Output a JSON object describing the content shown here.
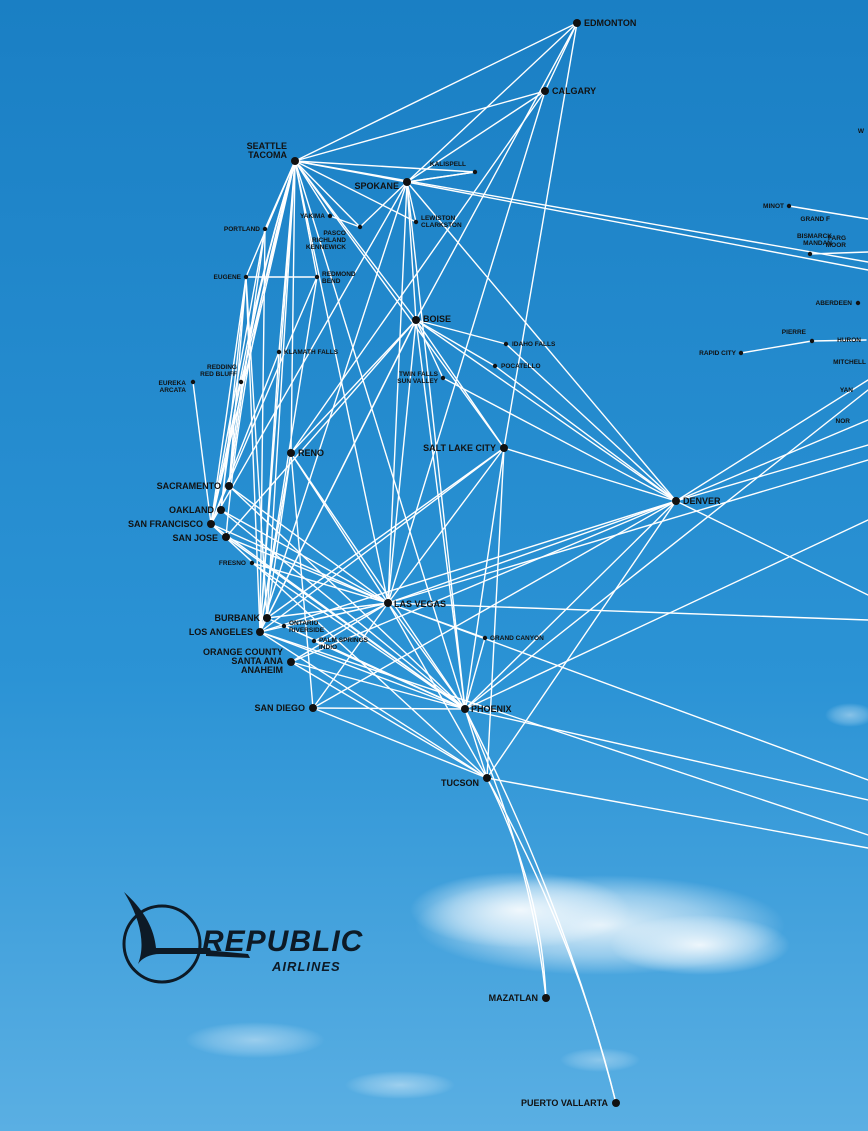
{
  "map": {
    "route_color": "#ffffff",
    "dot_color": "#111111",
    "sky_top": "#1f86c9",
    "sky_bottom": "#4ea9e1"
  },
  "cities": {
    "edmonton": {
      "label": [
        "EDMONTON"
      ],
      "major": true
    },
    "calgary": {
      "label": [
        "CALGARY"
      ],
      "major": true
    },
    "seattle": {
      "label": [
        "SEATTLE",
        "TACOMA"
      ],
      "major": true
    },
    "kalispell": {
      "label": [
        "KALISPELL"
      ],
      "major": false
    },
    "spokane": {
      "label": [
        "SPOKANE"
      ],
      "major": true
    },
    "yakima": {
      "label": [
        "YAKIMA"
      ],
      "major": false
    },
    "pasco": {
      "label": [
        "PASCO",
        "RICHLAND",
        "KENNEWICK"
      ],
      "major": false
    },
    "lewiston": {
      "label": [
        "LEWISTON",
        "CLARKSTON"
      ],
      "major": false
    },
    "portland": {
      "label": [
        "PORTLAND"
      ],
      "major": false
    },
    "eugene": {
      "label": [
        "EUGENE"
      ],
      "major": false
    },
    "redmond": {
      "label": [
        "REDMOND",
        "BEND"
      ],
      "major": false
    },
    "boise": {
      "label": [
        "BOISE"
      ],
      "major": true
    },
    "idahofalls": {
      "label": [
        "IDAHO FALLS"
      ],
      "major": false
    },
    "pocatello": {
      "label": [
        "POCATELLO"
      ],
      "major": false
    },
    "twinfalls": {
      "label": [
        "TWIN FALLS",
        "SUN VALLEY"
      ],
      "major": false
    },
    "klamath": {
      "label": [
        "KLAMATH FALLS"
      ],
      "major": false
    },
    "redding": {
      "label": [
        "REDDING",
        "RED BLUFF"
      ],
      "major": false
    },
    "eureka": {
      "label": [
        "EUREKA",
        "ARCATA"
      ],
      "major": false
    },
    "reno": {
      "label": [
        "RENO"
      ],
      "major": true
    },
    "saltlake": {
      "label": [
        "SALT LAKE CITY"
      ],
      "major": true
    },
    "denver": {
      "label": [
        "DENVER"
      ],
      "major": true
    },
    "sacramento": {
      "label": [
        "SACRAMENTO"
      ],
      "major": true
    },
    "oakland": {
      "label": [
        "OAKLAND"
      ],
      "major": true
    },
    "sanfrancisco": {
      "label": [
        "SAN FRANCISCO"
      ],
      "major": true
    },
    "sanjose": {
      "label": [
        "SAN JOSE"
      ],
      "major": true
    },
    "fresno": {
      "label": [
        "FRESNO"
      ],
      "major": false
    },
    "lasvegas": {
      "label": [
        "LAS VEGAS"
      ],
      "major": true
    },
    "burbank": {
      "label": [
        "BURBANK"
      ],
      "major": true
    },
    "ontario": {
      "label": [
        "ONTARIO",
        "RIVERSIDE"
      ],
      "major": false
    },
    "losangeles": {
      "label": [
        "LOS ANGELES"
      ],
      "major": true
    },
    "palmsprings": {
      "label": [
        "PALM SPRINGS",
        "INDIO"
      ],
      "major": false
    },
    "orangecounty": {
      "label": [
        "ORANGE COUNTY",
        "SANTA ANA",
        "ANAHEIM"
      ],
      "major": true
    },
    "grandcanyon": {
      "label": [
        "GRAND CANYON"
      ],
      "major": false
    },
    "sandiego": {
      "label": [
        "SAN DIEGO"
      ],
      "major": true
    },
    "phoenix": {
      "label": [
        "PHOENIX"
      ],
      "major": true
    },
    "tucson": {
      "label": [
        "TUCSON"
      ],
      "major": true
    },
    "mazatlan": {
      "label": [
        "MAZATLAN"
      ],
      "major": true
    },
    "puertovallarta": {
      "label": [
        "PUERTO VALLARTA"
      ],
      "major": true
    },
    "minot": {
      "label": [
        "MINOT"
      ],
      "major": false
    },
    "grandforks": {
      "label": [
        "GRAND F"
      ],
      "major": false
    },
    "bismarck": {
      "label": [
        "BISMARCK",
        "MANDAN"
      ],
      "major": false
    },
    "fargo": {
      "label": [
        "FARG",
        "MOOR"
      ],
      "major": false
    },
    "aberdeen": {
      "label": [
        "ABERDEEN"
      ],
      "major": false
    },
    "pierre": {
      "label": [
        "PIERRE"
      ],
      "major": false
    },
    "rapidcity": {
      "label": [
        "RAPID CITY"
      ],
      "major": false
    },
    "huron": {
      "label": [
        "HURON"
      ],
      "major": false
    },
    "mitchell": {
      "label": [
        "MITCHELL"
      ],
      "major": false
    },
    "yank": {
      "label": [
        "YAN"
      ],
      "major": false
    },
    "norf": {
      "label": [
        "NOR"
      ],
      "major": false
    },
    "edgeW": {
      "label": [
        "W"
      ],
      "major": false
    }
  },
  "logo": {
    "name": "REPUBLIC",
    "sub": "AIRLINES",
    "color": "#0d1a26"
  }
}
